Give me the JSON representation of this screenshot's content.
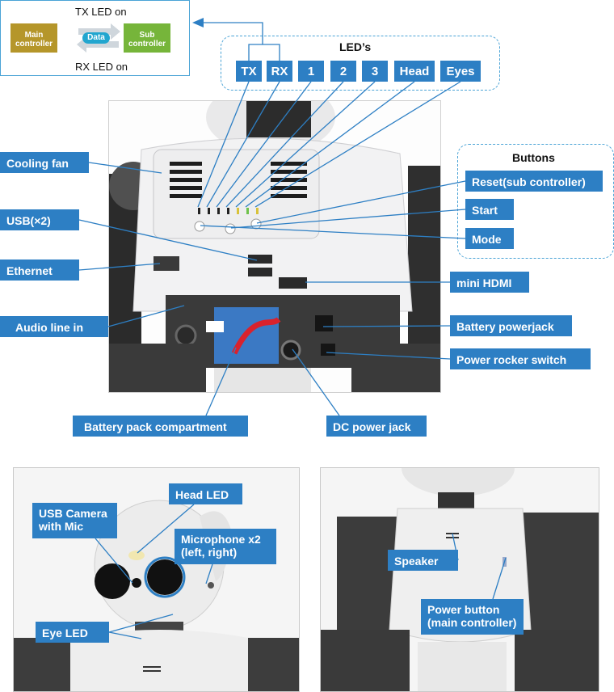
{
  "inset": {
    "tx_caption": "TX LED on",
    "rx_caption": "RX LED on",
    "main_block": "Main controller",
    "sub_block": "Sub controller",
    "data_badge": "Data"
  },
  "leds": {
    "title": "LED’s",
    "items": [
      "TX",
      "RX",
      "1",
      "2",
      "3",
      "Head",
      "Eyes"
    ]
  },
  "buttons": {
    "title": "Buttons",
    "reset": "Reset(sub controller)",
    "start": "Start",
    "mode": "Mode"
  },
  "labels": {
    "cooling_fan": "Cooling fan",
    "usb": "USB(×2)",
    "ethernet": "Ethernet",
    "audio": "Audio line in",
    "mini_hdmi": "mini HDMI",
    "battery_powerjack": "Battery powerjack",
    "power_rocker": "Power rocker switch",
    "battery_pack": "Battery pack compartment",
    "dc_jack": "DC power jack"
  },
  "head_labels": {
    "head_led": "Head LED",
    "usb_camera": "USB Camera with Mic",
    "microphone": "Microphone x2 (left, right)",
    "eye_led": "Eye LED"
  },
  "body_labels": {
    "speaker": "Speaker",
    "power_button": "Power button (main controller)"
  },
  "colors": {
    "label_blue": "#2d7fc4",
    "dashed_border": "#4aa3d6",
    "main_controller": "#b5962a",
    "sub_controller": "#76b53a",
    "data_badge": "#22a6cf"
  }
}
